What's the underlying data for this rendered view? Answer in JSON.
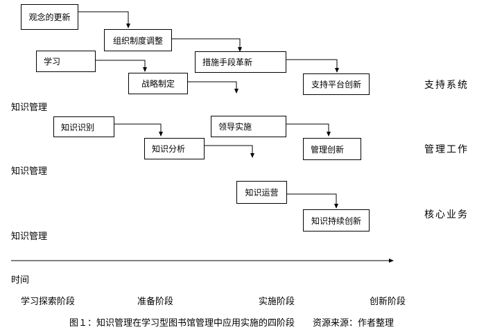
{
  "nodes": {
    "concept_update": "观念的更新",
    "org_adjust": "组织制度调整",
    "learning": "学习",
    "measure_reform": "措施手段革新",
    "strategy": "战略制定",
    "support_platform": "支持平台创新",
    "knowledge_identify": "知识识别",
    "leadership": "领导实施",
    "knowledge_analysis": "知识分析",
    "management_innovation": "管理创新",
    "knowledge_operation": "知识运营",
    "knowledge_continuous": "知识持续创新"
  },
  "side_labels": {
    "support": "支持系统",
    "management": "管理工作",
    "core": "核心业务"
  },
  "row_labels": {
    "row1": "知识管理",
    "row2": "知识管理",
    "row3": "知识管理"
  },
  "axis_label": "时间",
  "stages": [
    "学习探索阶段",
    "准备阶段",
    "实施阶段",
    "创新阶段"
  ],
  "caption": "图１：知识管理在学习型图书馆管理中应用实施的四阶段　　资源来源：作者整理"
}
